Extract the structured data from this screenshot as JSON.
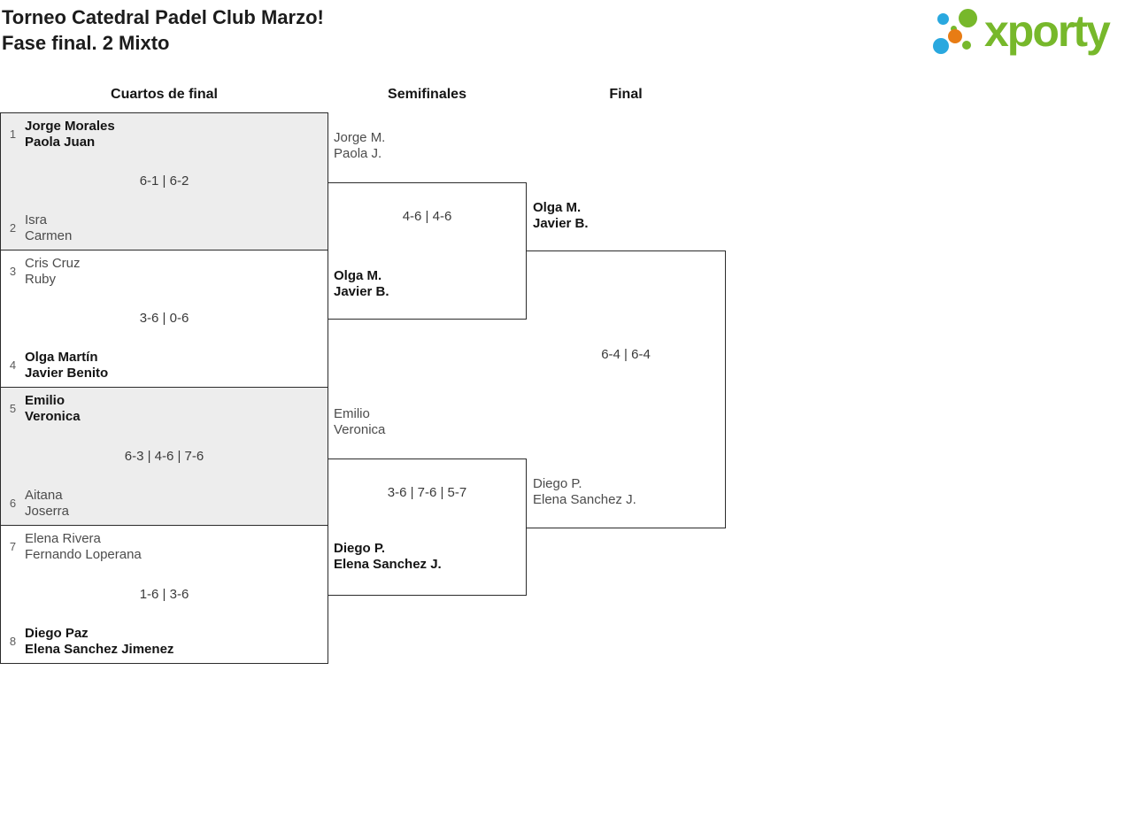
{
  "title": {
    "line1": "Torneo Catedral Padel Club Marzo!",
    "line2": "Fase final. 2 Mixto"
  },
  "logo": {
    "wordmark": "xporty",
    "green": "#77b82b",
    "blue": "#29a8df",
    "orange": "#e87c14"
  },
  "round_headers": {
    "quarterfinals": "Cuartos de final",
    "semifinals": "Semifinales",
    "final": "Final"
  },
  "quarterfinals": [
    {
      "seed_top": "1",
      "top_line1": "Jorge Morales",
      "top_line2": "Paola Juan",
      "score": "6-1 | 6-2",
      "seed_bottom": "2",
      "bottom_line1": "Isra",
      "bottom_line2": "Carmen",
      "winner": "top"
    },
    {
      "seed_top": "3",
      "top_line1": "Cris Cruz",
      "top_line2": "Ruby",
      "score": "3-6 | 0-6",
      "seed_bottom": "4",
      "bottom_line1": "Olga Martín",
      "bottom_line2": "Javier Benito",
      "winner": "bottom"
    },
    {
      "seed_top": "5",
      "top_line1": "Emilio",
      "top_line2": "Veronica",
      "score": "6-3 | 4-6 | 7-6",
      "seed_bottom": "6",
      "bottom_line1": "Aitana",
      "bottom_line2": "Joserra",
      "winner": "top"
    },
    {
      "seed_top": "7",
      "top_line1": "Elena Rivera",
      "top_line2": "Fernando Loperana",
      "score": "1-6 | 3-6",
      "seed_bottom": "8",
      "bottom_line1": "Diego Paz",
      "bottom_line2": "Elena Sanchez Jimenez",
      "winner": "bottom"
    }
  ],
  "semifinals": [
    {
      "top_line1": "Jorge M.",
      "top_line2": "Paola J.",
      "score": "4-6 | 4-6",
      "bottom_line1": "Olga M.",
      "bottom_line2": "Javier B.",
      "winner": "bottom"
    },
    {
      "top_line1": "Emilio",
      "top_line2": "Veronica",
      "score": "3-6 | 7-6 | 5-7",
      "bottom_line1": "Diego P.",
      "bottom_line2": "Elena Sanchez J.",
      "winner": "bottom"
    }
  ],
  "final": {
    "top_line1": "Olga M.",
    "top_line2": "Javier B.",
    "score": "6-4 | 6-4",
    "bottom_line1": "Diego P.",
    "bottom_line2": "Elena Sanchez J.",
    "winner": "top"
  }
}
